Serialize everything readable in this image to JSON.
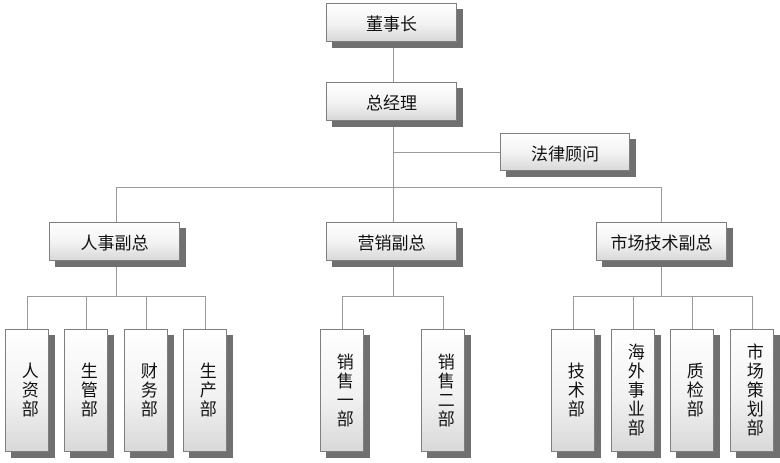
{
  "nodes": {
    "chairman": "董事长",
    "gm": "总经理",
    "legal": "法律顾问",
    "hr_vp": "人事副总",
    "sales_vp": "营销副总",
    "market_vp": "市场技术副总",
    "hr": "人资部",
    "production_mgmt": "生管部",
    "finance": "财务部",
    "production": "生产部",
    "sales1": "销售一部",
    "sales2": "销售二部",
    "tech": "技术部",
    "overseas": "海外事业部",
    "quality": "质检部",
    "marketing": "市场策划部"
  }
}
